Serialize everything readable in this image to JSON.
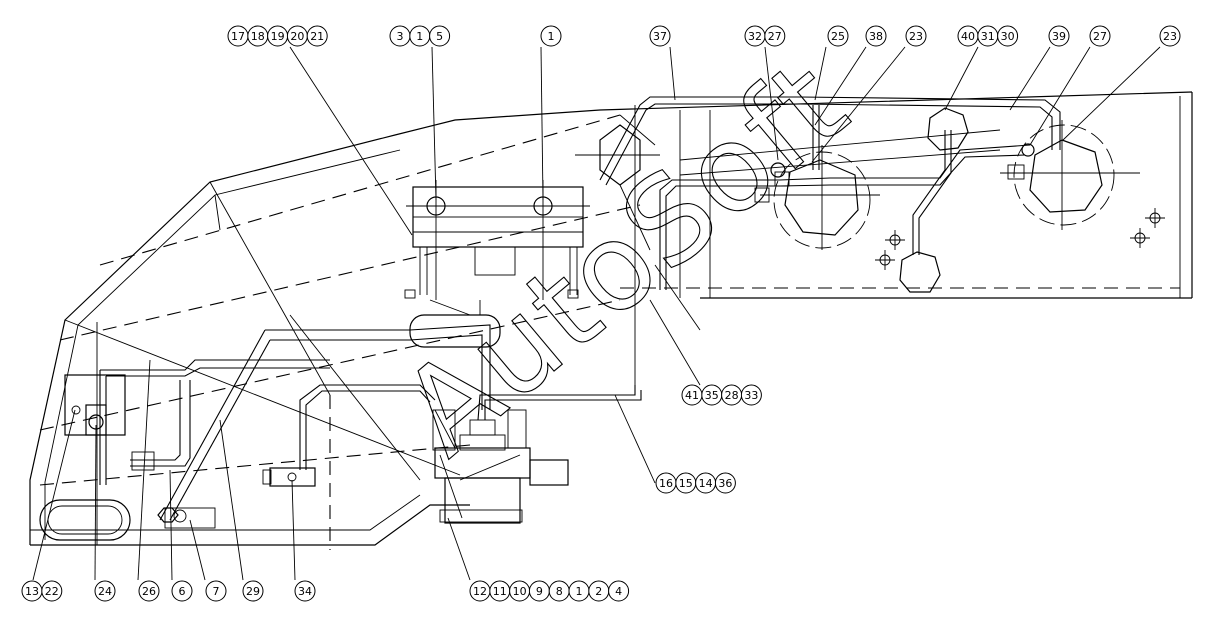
{
  "watermark": "AutoSoft",
  "callouts": [
    {
      "id": "c-top-1",
      "labels": [
        "17",
        "18",
        "19",
        "20",
        "21"
      ]
    },
    {
      "id": "c-top-2",
      "labels": [
        "3",
        "1",
        "5"
      ]
    },
    {
      "id": "c-top-3",
      "labels": [
        "1"
      ]
    },
    {
      "id": "c-top-4",
      "labels": [
        "37"
      ]
    },
    {
      "id": "c-top-5",
      "labels": [
        "32",
        "27"
      ]
    },
    {
      "id": "c-top-6",
      "labels": [
        "25"
      ]
    },
    {
      "id": "c-top-7",
      "labels": [
        "38"
      ]
    },
    {
      "id": "c-top-8",
      "labels": [
        "23"
      ]
    },
    {
      "id": "c-top-9",
      "labels": [
        "40",
        "31",
        "30"
      ]
    },
    {
      "id": "c-top-10",
      "labels": [
        "39"
      ]
    },
    {
      "id": "c-top-11",
      "labels": [
        "27"
      ]
    },
    {
      "id": "c-top-12",
      "labels": [
        "23"
      ]
    },
    {
      "id": "c-mid-1",
      "labels": [
        "41",
        "35",
        "28",
        "33"
      ]
    },
    {
      "id": "c-mid-2",
      "labels": [
        "16",
        "15",
        "14",
        "36"
      ]
    },
    {
      "id": "c-bot-1",
      "labels": [
        "13",
        "22"
      ]
    },
    {
      "id": "c-bot-2",
      "labels": [
        "24"
      ]
    },
    {
      "id": "c-bot-3",
      "labels": [
        "26"
      ]
    },
    {
      "id": "c-bot-4",
      "labels": [
        "6"
      ]
    },
    {
      "id": "c-bot-5",
      "labels": [
        "7"
      ]
    },
    {
      "id": "c-bot-6",
      "labels": [
        "29"
      ]
    },
    {
      "id": "c-bot-7",
      "labels": [
        "34"
      ]
    },
    {
      "id": "c-bot-8",
      "labels": [
        "12",
        "11",
        "10",
        "9",
        "8",
        "1",
        "2",
        "4"
      ]
    }
  ]
}
